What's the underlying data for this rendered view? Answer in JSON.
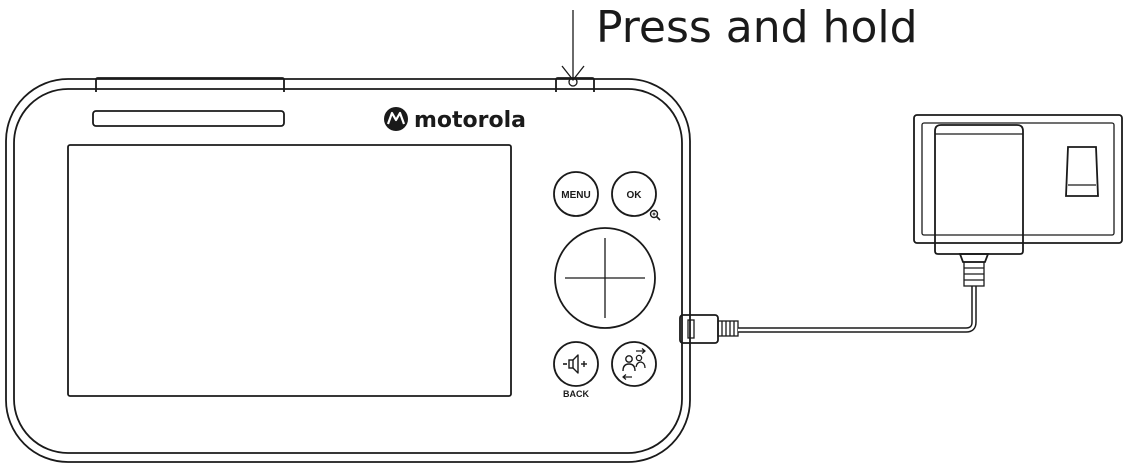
{
  "instruction": "Press and hold",
  "brand": {
    "name": "motorola",
    "logo_icon": "motorola-batwing-logo"
  },
  "buttons": {
    "menu": "MENU",
    "ok": "OK",
    "back": "BACK"
  },
  "icons": {
    "zoom": "zoom-in-icon",
    "volume": "volume-icon",
    "talk": "talk-icon",
    "dpad": "dpad-icon"
  }
}
